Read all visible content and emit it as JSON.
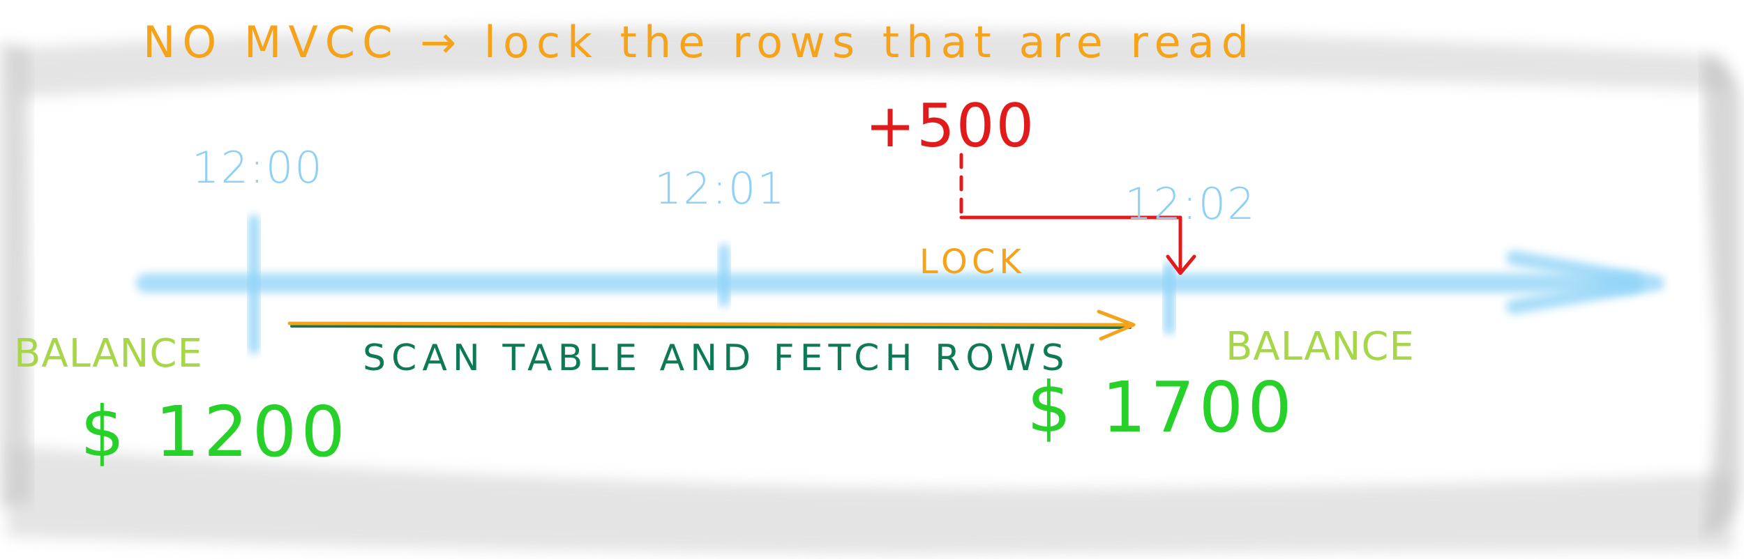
{
  "title": "NO MVCC → lock the rows that are read",
  "timeline": {
    "times": [
      "12:00",
      "12:01",
      "12:02"
    ]
  },
  "deposit": "+500",
  "lock_label": "LOCK",
  "scan_label": "SCAN TABLE AND FETCH ROWS",
  "balance_start": {
    "label": "BALANCE",
    "amount": "$ 1200"
  },
  "balance_end": {
    "label": "BALANCE",
    "amount": "$ 1700"
  },
  "colors": {
    "title": "#f5a31a",
    "time": "#8fd0f5",
    "timeline": "#8ed3f7",
    "deposit": "#e11b1b",
    "lock": "#f5a31a",
    "scan_text": "#0e7a55",
    "scan_arrow": "#f5a31a",
    "balance_label": "#a8d64a",
    "amount": "#27d12a",
    "band": "#c8c8c8"
  }
}
